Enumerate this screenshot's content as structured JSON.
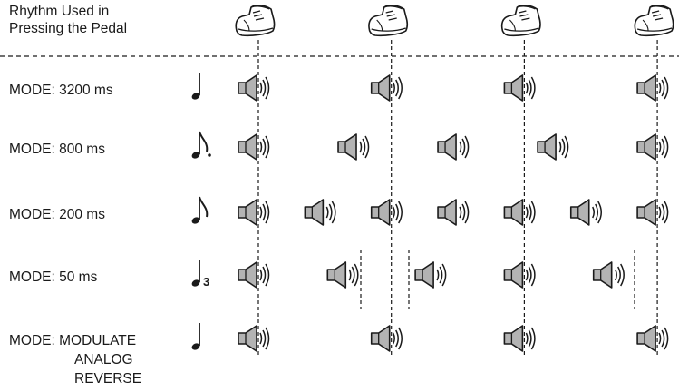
{
  "header": {
    "title_line1": "Rhythm Used in",
    "title_line2": "Pressing the Pedal"
  },
  "icons": {
    "pedal": "shoe-icon",
    "speaker": "speaker-icon"
  },
  "colors": {
    "speaker_fill": "#b3b3b3",
    "line": "#1a1a1a"
  },
  "pedal_presses": 4,
  "modes": [
    {
      "label_prefix": "MODE:",
      "label": "3200 ms",
      "note": "quarter-note-icon",
      "speaker_positions": [
        0,
        1,
        2,
        3
      ],
      "extra_lines": []
    },
    {
      "label_prefix": "MODE:",
      "label": "800 ms",
      "note": "dotted-eighth-note-icon",
      "speaker_positions": [
        0,
        0.75,
        1.5,
        2.25,
        3
      ],
      "extra_lines": []
    },
    {
      "label_prefix": "MODE:",
      "label": "200 ms",
      "note": "eighth-note-icon",
      "speaker_positions": [
        0,
        0.5,
        1,
        1.5,
        2,
        2.5,
        3
      ],
      "extra_lines": []
    },
    {
      "label_prefix": "MODE:",
      "label": "50 ms",
      "note": "quarter-note-triplet-icon",
      "note_suffix": "3",
      "speaker_positions": [
        0,
        0.67,
        1.33,
        2,
        2.67
      ],
      "extra_lines": []
    },
    {
      "label_prefix": "MODE:",
      "label": "MODULATE",
      "label_extra": [
        "ANALOG",
        "REVERSE"
      ],
      "note": "quarter-note-icon",
      "speaker_positions": [
        0,
        1,
        2,
        3
      ],
      "extra_lines": []
    }
  ]
}
